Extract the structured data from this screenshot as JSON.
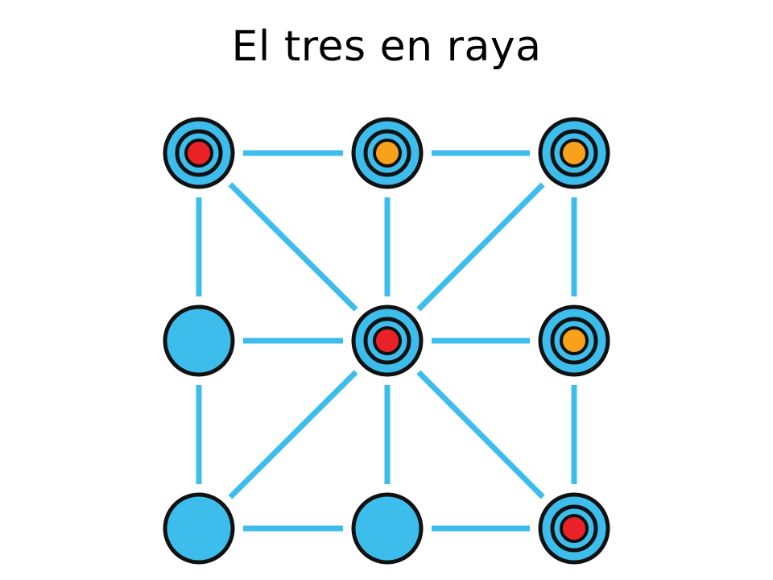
{
  "title": "El tres en raya",
  "colors": {
    "line": "#3dbdec",
    "node_fill": "#3dbdec",
    "node_outline": "#111111",
    "piece_red": "#ea2227",
    "piece_orange": "#f9a11b",
    "background": "#ffffff"
  },
  "board": {
    "rows": 3,
    "cols": 3,
    "connections": [
      [
        [
          0,
          0
        ],
        [
          0,
          1
        ]
      ],
      [
        [
          0,
          1
        ],
        [
          0,
          2
        ]
      ],
      [
        [
          1,
          0
        ],
        [
          1,
          1
        ]
      ],
      [
        [
          1,
          1
        ],
        [
          1,
          2
        ]
      ],
      [
        [
          2,
          0
        ],
        [
          2,
          1
        ]
      ],
      [
        [
          2,
          1
        ],
        [
          2,
          2
        ]
      ],
      [
        [
          0,
          0
        ],
        [
          1,
          0
        ]
      ],
      [
        [
          1,
          0
        ],
        [
          2,
          0
        ]
      ],
      [
        [
          0,
          1
        ],
        [
          1,
          1
        ]
      ],
      [
        [
          1,
          1
        ],
        [
          2,
          1
        ]
      ],
      [
        [
          0,
          2
        ],
        [
          1,
          2
        ]
      ],
      [
        [
          1,
          2
        ],
        [
          2,
          2
        ]
      ],
      [
        [
          0,
          0
        ],
        [
          1,
          1
        ]
      ],
      [
        [
          1,
          1
        ],
        [
          2,
          2
        ]
      ],
      [
        [
          0,
          2
        ],
        [
          1,
          1
        ]
      ],
      [
        [
          1,
          1
        ],
        [
          2,
          0
        ]
      ]
    ],
    "cells": [
      {
        "row": 0,
        "col": 0,
        "piece": "red"
      },
      {
        "row": 0,
        "col": 1,
        "piece": "orange"
      },
      {
        "row": 0,
        "col": 2,
        "piece": "orange"
      },
      {
        "row": 1,
        "col": 0,
        "piece": "empty"
      },
      {
        "row": 1,
        "col": 1,
        "piece": "red"
      },
      {
        "row": 1,
        "col": 2,
        "piece": "orange"
      },
      {
        "row": 2,
        "col": 0,
        "piece": "empty"
      },
      {
        "row": 2,
        "col": 1,
        "piece": "empty"
      },
      {
        "row": 2,
        "col": 2,
        "piece": "red"
      }
    ]
  }
}
